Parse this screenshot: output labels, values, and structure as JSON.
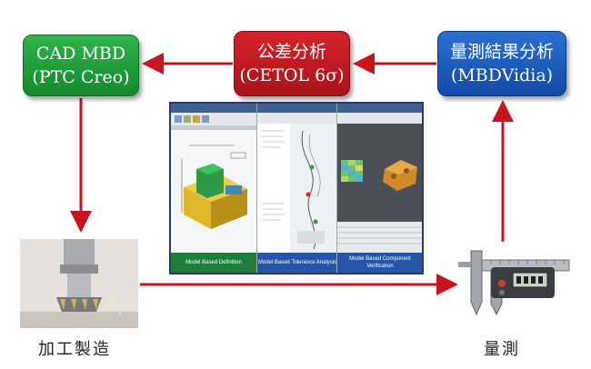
{
  "boxes": {
    "cad": {
      "line1": "CAD MBD",
      "line2": "(PTC Creo)",
      "color": "#1f9e3c"
    },
    "tolerance": {
      "line1": "公差分析",
      "line2": "(CETOL 6σ)",
      "color": "#c41a22"
    },
    "measurement_analysis": {
      "line1": "量測結果分析",
      "line2": "(MBDVidia)",
      "color": "#1f5fc0"
    }
  },
  "captions": {
    "manufacturing": "加工製造",
    "measurement": "量測"
  },
  "panels": {
    "definition": "Model Based Definition",
    "tolerance": "Model Based Tolerance Analysis",
    "verification": "Model Based Component Verification"
  },
  "arrow_color": "#c8141c"
}
